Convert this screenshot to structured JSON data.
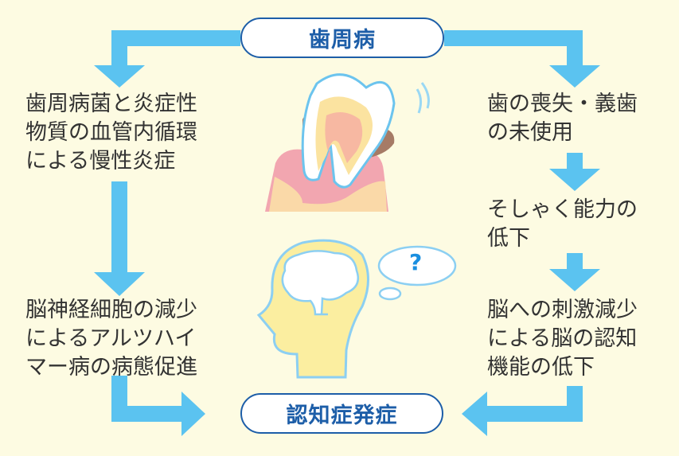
{
  "top_box": {
    "label": "歯周病"
  },
  "bottom_box": {
    "label": "認知症発症"
  },
  "left": {
    "step1": [
      "歯周病菌と炎症性",
      "物質の血管内循環",
      "による慢性炎症"
    ],
    "step2": [
      "脳神経細胞の減少",
      "によるアルツハイ",
      "マー病の病態促進"
    ]
  },
  "right": {
    "step1": [
      "歯の喪失・義歯",
      "の未使用"
    ],
    "step2": [
      "そしゃく能力の",
      "低下"
    ],
    "step3": [
      "脳への刺激減少",
      "による脳の認知",
      "機能の低下"
    ]
  },
  "thought_bubble": {
    "symbol": "?"
  },
  "colors": {
    "arrow": "#5bc3f0",
    "box_border": "#1d5ea8",
    "background": "#fdfbe2"
  }
}
